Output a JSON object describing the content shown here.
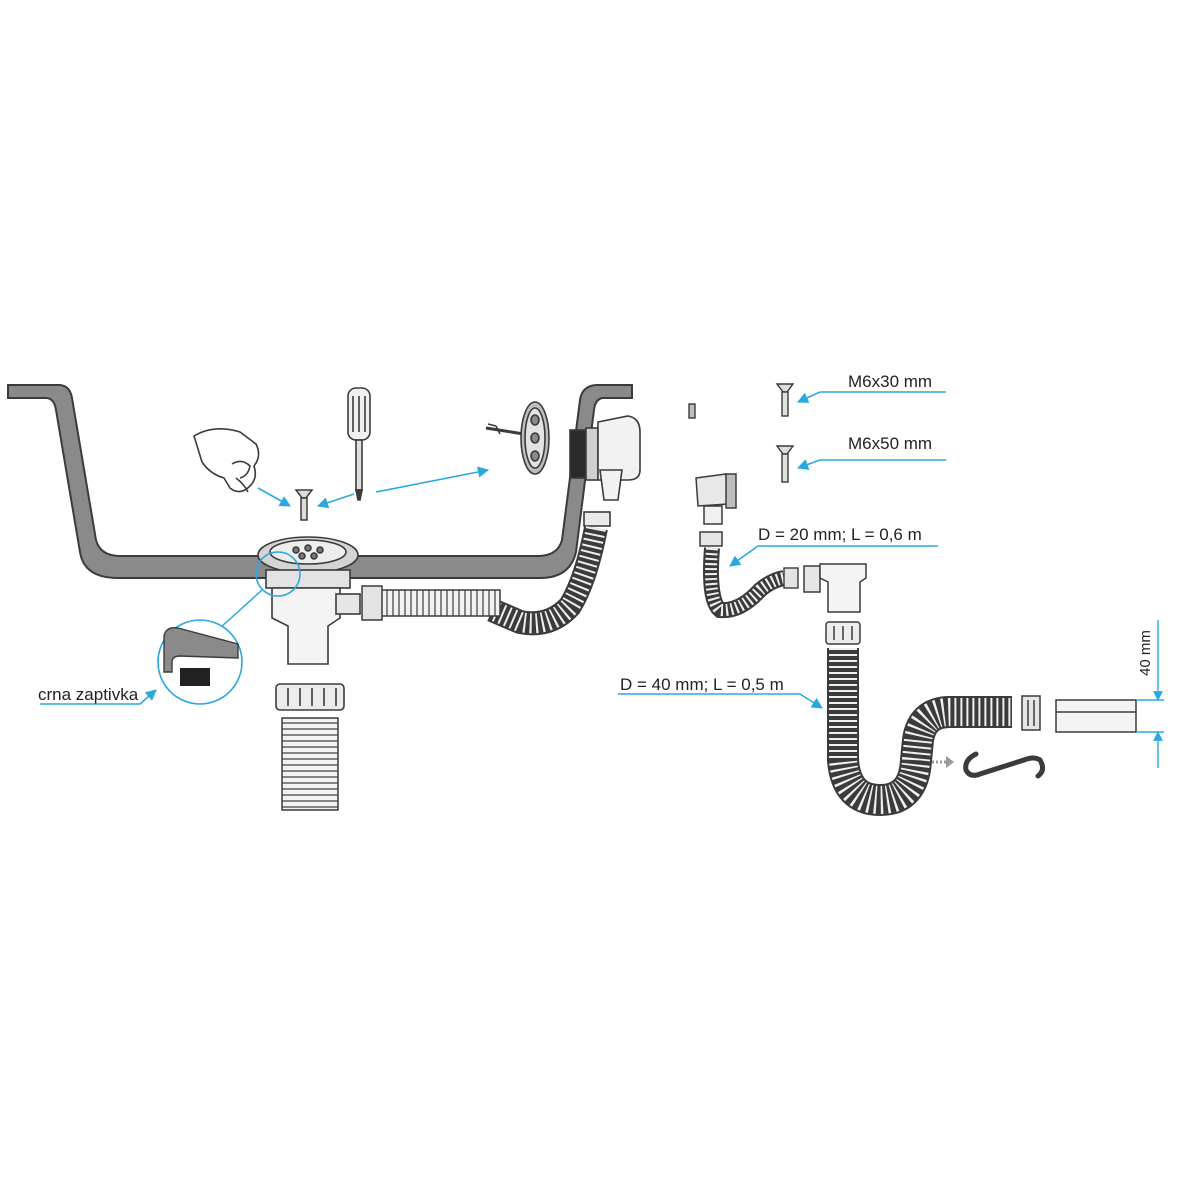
{
  "labels": {
    "seal": "crna zaptivka",
    "screw_short": "M6x30 mm",
    "screw_long": "M6x50 mm",
    "hose_small": "D = 20 mm; L = 0,6 m",
    "hose_large": "D = 40 mm; L = 0,5 m",
    "height": "40 mm"
  },
  "colors": {
    "accent": "#29a8e0",
    "outline": "#3b3b3b",
    "sink_fill": "#8a8a8a",
    "part_fill": "#e6e6e6",
    "seal": "#222222"
  },
  "icons": [
    "hand-icon",
    "screwdriver-icon",
    "screw-icon",
    "hook-icon"
  ]
}
